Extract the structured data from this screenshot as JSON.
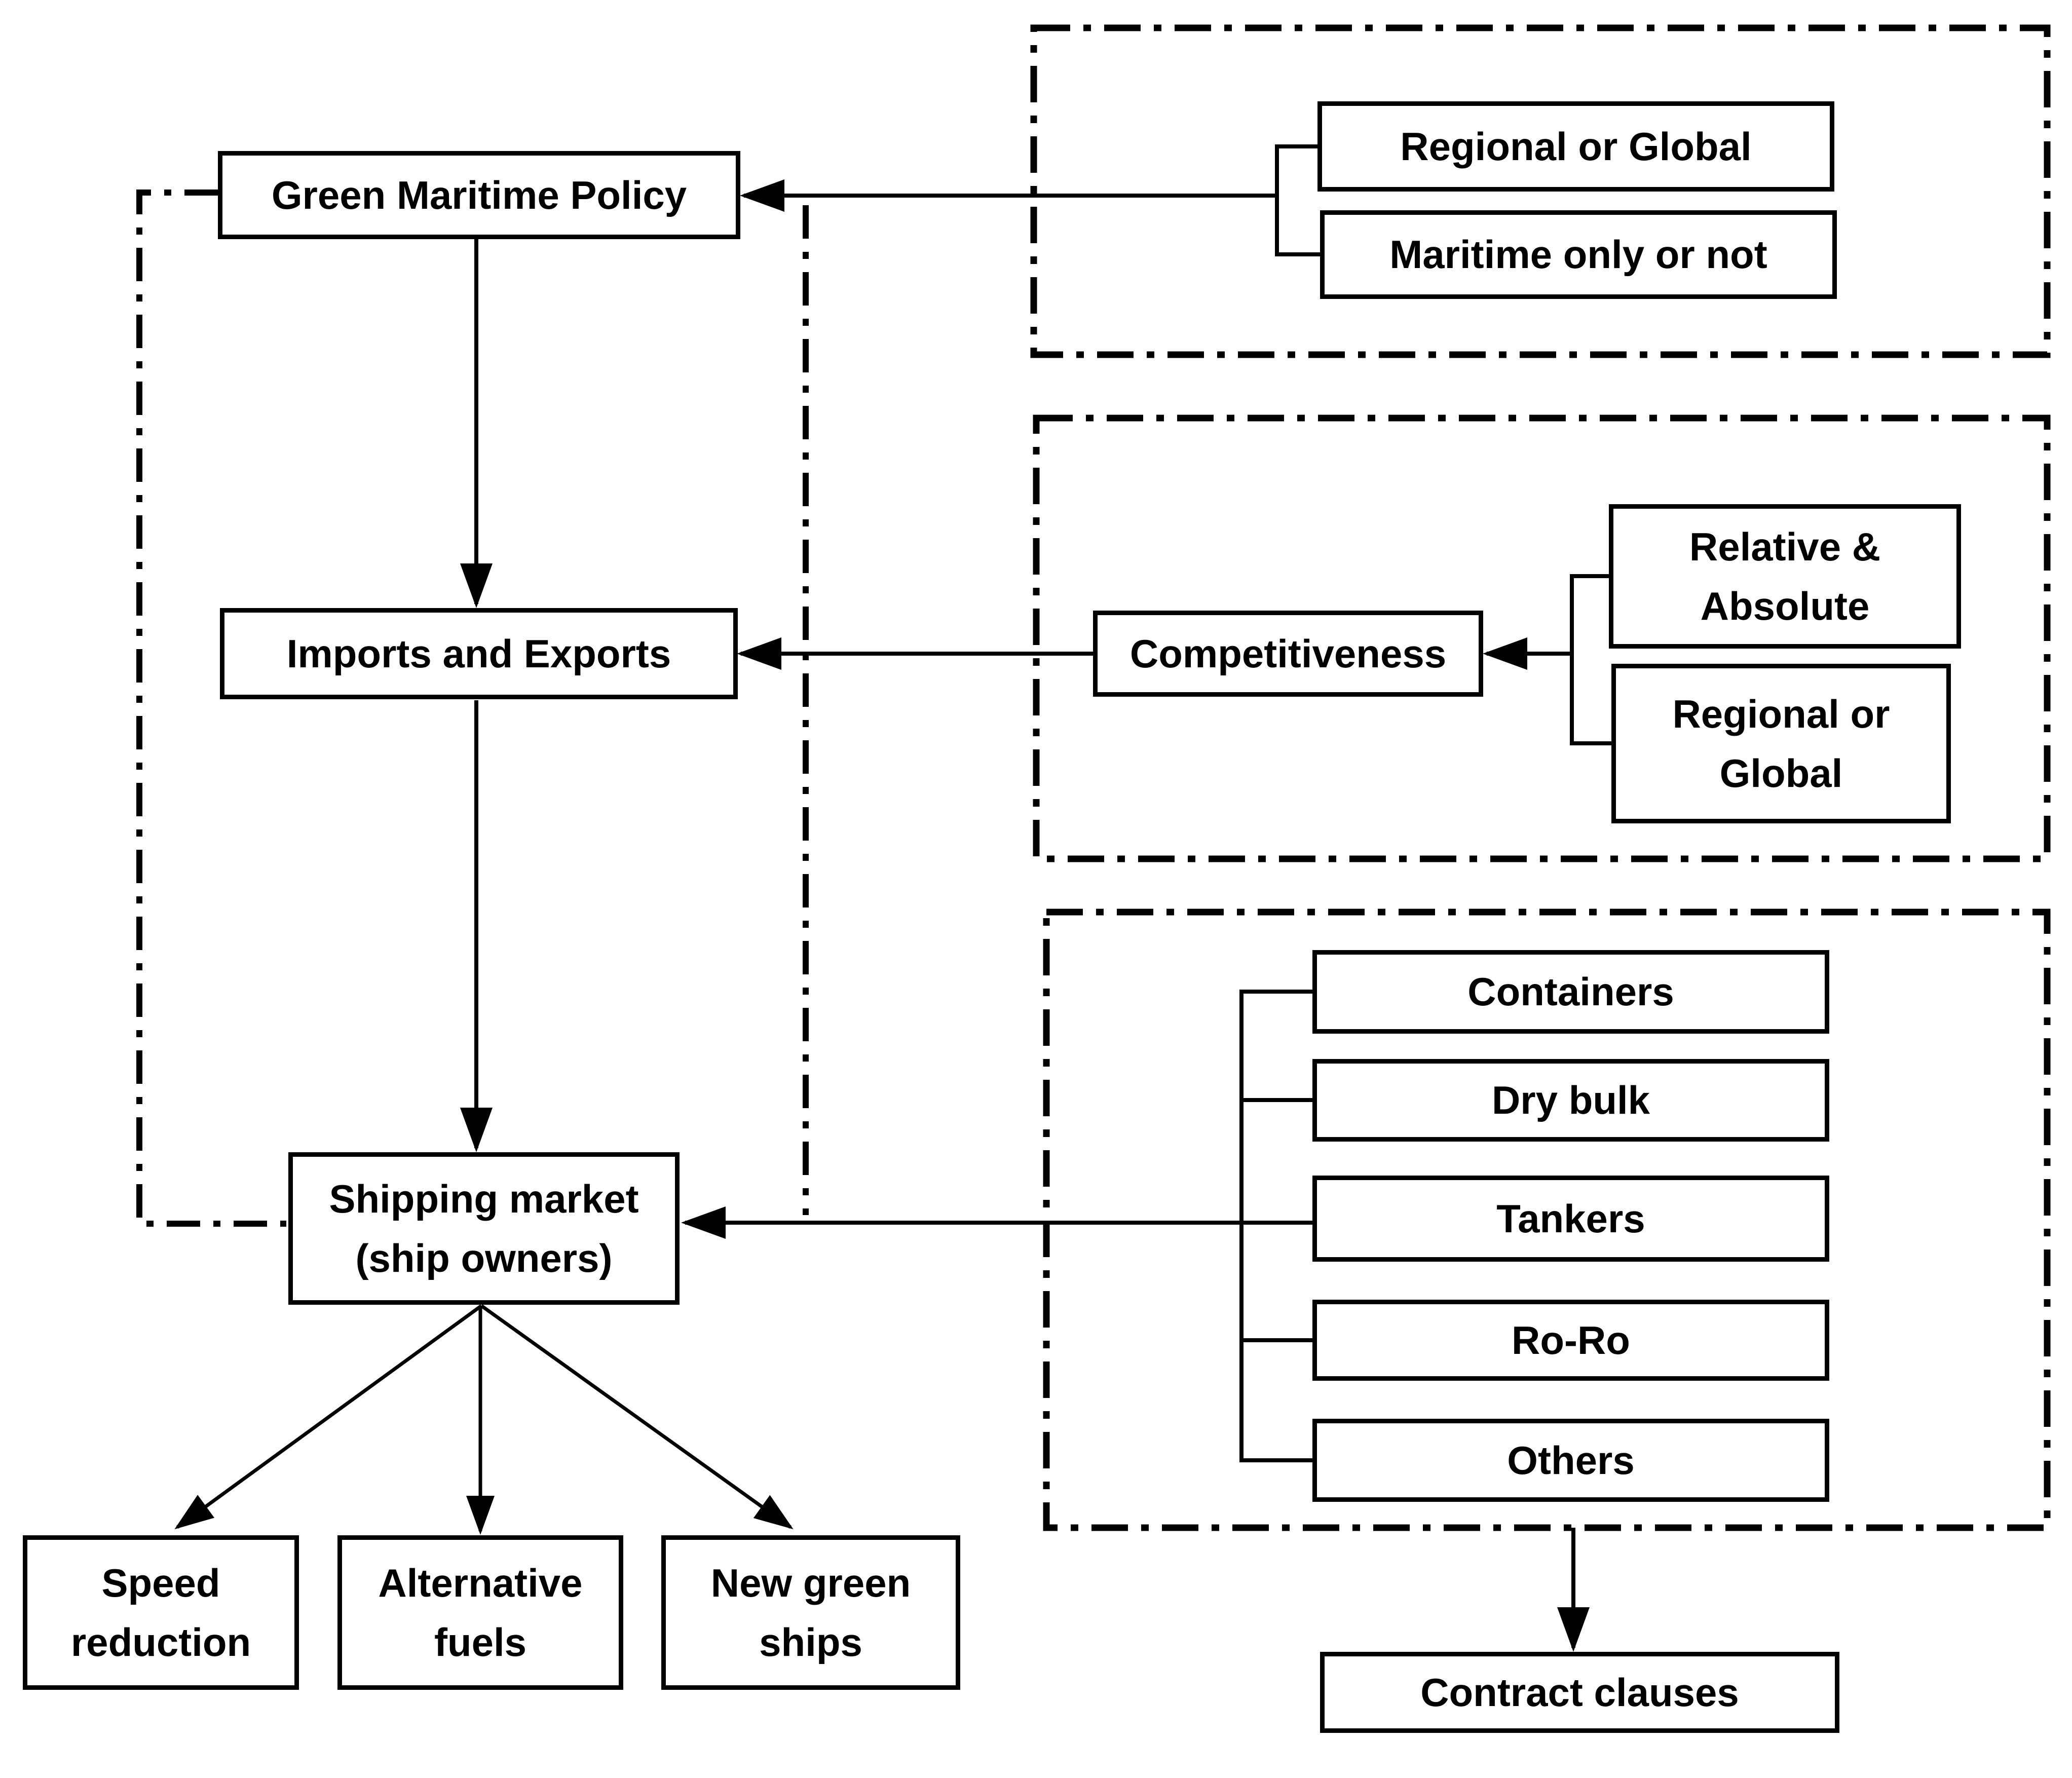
{
  "figure": {
    "background_color": "#ffffff",
    "line_color": "#000000",
    "nodes": {
      "green_maritime_policy": {
        "label": "Green Maritime Policy"
      },
      "imports_and_exports": {
        "label": "Imports and Exports"
      },
      "shipping_market": {
        "label": "Shipping market\n(ship owners)"
      },
      "speed_reduction": {
        "label": "Speed\nreduction"
      },
      "alternative_fuels": {
        "label": "Alternative\nfuels"
      },
      "new_green_ships": {
        "label": "New green\nships"
      },
      "competitiveness": {
        "label": "Competitiveness"
      },
      "contract_clauses": {
        "label": "Contract clauses"
      },
      "policy_scope": {
        "regional_or_global": {
          "label": "Regional or Global"
        },
        "maritime_only_or_not": {
          "label": "Maritime only or not"
        }
      },
      "competitiveness_scope": {
        "relative_absolute": {
          "label": "Relative &\nAbsolute"
        },
        "regional_or_global": {
          "label": "Regional or\nGlobal"
        }
      },
      "ship_types": {
        "containers": {
          "label": "Containers"
        },
        "dry_bulk": {
          "label": "Dry bulk"
        },
        "tankers": {
          "label": "Tankers"
        },
        "ro_ro": {
          "label": "Ro-Ro"
        },
        "others": {
          "label": "Others"
        }
      }
    }
  }
}
